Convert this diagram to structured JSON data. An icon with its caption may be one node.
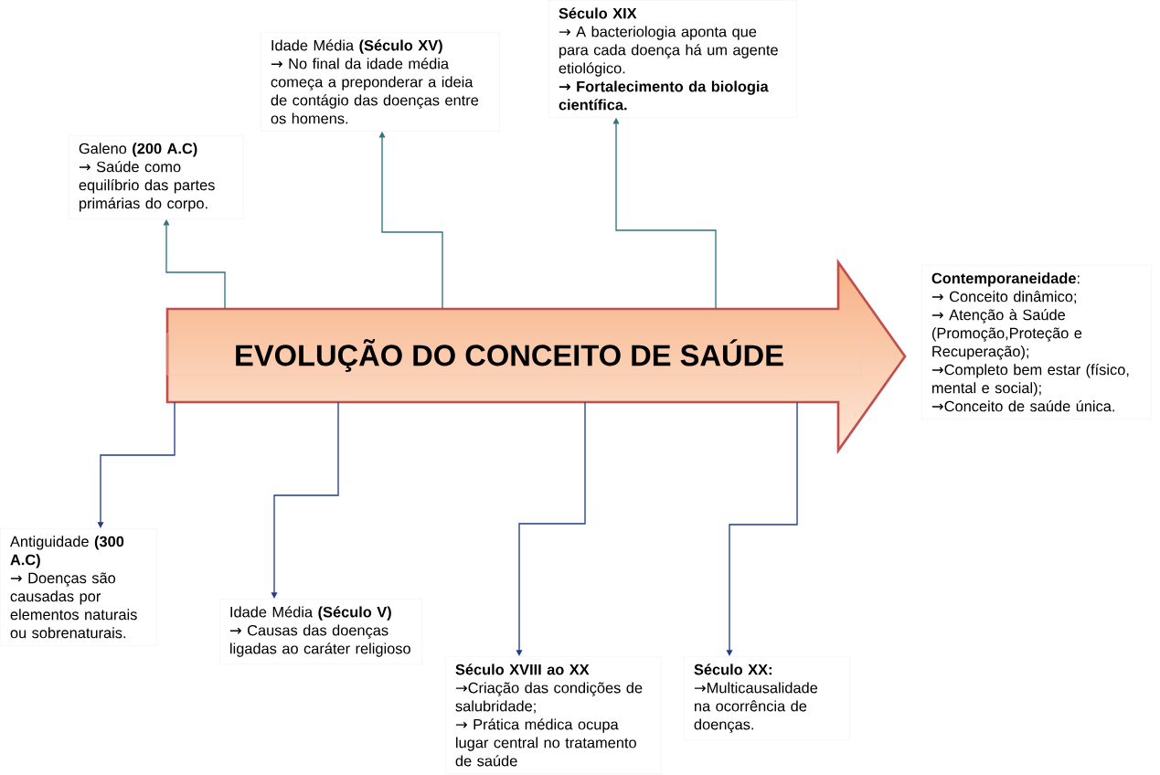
{
  "diagram": {
    "nodes": [
      {
        "text": [
          "EVOLUÇÃO DO CONCEITO DE SAÚDE"
        ]
      },
      {
        "text": [
          "Século XIX",
          "→ A bacteriologia aponta que para cada doença há um agente etiológico.",
          "→ Fortalecimento da biologia científica."
        ]
      },
      {
        "text": [
          "Idade Média **(Século XV)**",
          "→ No final da idade média começa a preponderar a ideia de contágio das doenças entre os homens."
        ]
      },
      {
        "text": [
          "Galeno **(200 A.C)**",
          "→ Saúde como equilíbrio das partes primárias do corpo."
        ]
      },
      {
        "text": [
          "**Contemporaneidade**:",
          "→ Conceito dinâmico;",
          "→ Atenção à Saúde (Promoção,Proteção e Recuperação);",
          "→Completo bem estar (físico, mental e social);",
          "→Conceito de saúde única."
        ]
      },
      {
        "text": [
          "Antiguidade **(300 A.C)**",
          "→ Doenças são causadas por elementos naturais ou sobrenaturais."
        ]
      },
      {
        "text": [
          "Idade Média **(Século V)**",
          "→ Causas das doenças ligadas ao caráter religioso"
        ]
      },
      {
        "text": [
          "Século XVIII ao XX",
          "→Criação das condições de salubridade;",
          "→ Prática médica ocupa lugar central no tratamento de saúde"
        ]
      },
      {
        "text": [
          "Século XX:",
          "→Multicausalidade na ocorrência de doenças."
        ]
      }
    ],
    "edges": [
      {
        "from": 0,
        "to": 1,
        "arrow": "to",
        "color": "#31737f"
      },
      {
        "from": 0,
        "to": 2,
        "arrow": "to",
        "color": "#31737f"
      },
      {
        "from": 0,
        "to": 3,
        "arrow": "to",
        "color": "#31737f"
      },
      {
        "from": 0,
        "to": 5,
        "arrow": "to"
      },
      {
        "from": 0,
        "to": 6,
        "arrow": "to"
      },
      {
        "from": 0,
        "to": 7,
        "arrow": "to"
      },
      {
        "from": 0,
        "to": 8,
        "arrow": "to"
      }
    ]
  }
}
